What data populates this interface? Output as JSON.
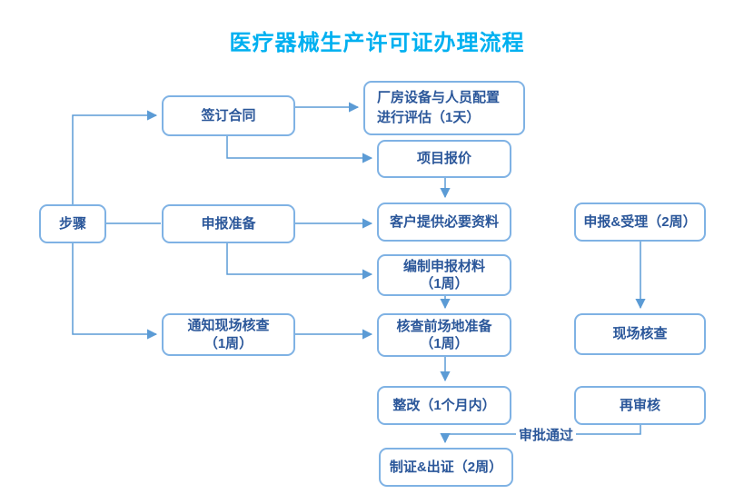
{
  "title": "医疗器械生产许可证办理流程",
  "colors": {
    "title": "#00b0f0",
    "box_border": "#7fb2e4",
    "connector": "#5b9bd5",
    "box_text": "#2b579a"
  },
  "nodes": {
    "steps": {
      "label": "步骤"
    },
    "sign_contract": {
      "label": "签订合同"
    },
    "declare_prep": {
      "label": "申报准备"
    },
    "notify_inspection": {
      "label": "通知现场核查\n（1周）"
    },
    "factory_assess": {
      "label": "厂房设备与人员配置\n进行评估（1天）"
    },
    "project_quote": {
      "label": "项目报价"
    },
    "client_materials": {
      "label": "客户提供必要资料"
    },
    "compile_materials": {
      "label": "编制申报材料\n（1周）"
    },
    "site_prep": {
      "label": "核查前场地准备\n（1周）"
    },
    "rectification": {
      "label": "整改（1个月内）"
    },
    "issue_cert": {
      "label": "制证&出证（2周）"
    },
    "submit_accept": {
      "label": "申报&受理（2周）"
    },
    "onsite_inspection": {
      "label": "现场核查"
    },
    "re_review": {
      "label": "再审核"
    }
  },
  "edge_labels": {
    "approval_passed": "审批通过"
  }
}
